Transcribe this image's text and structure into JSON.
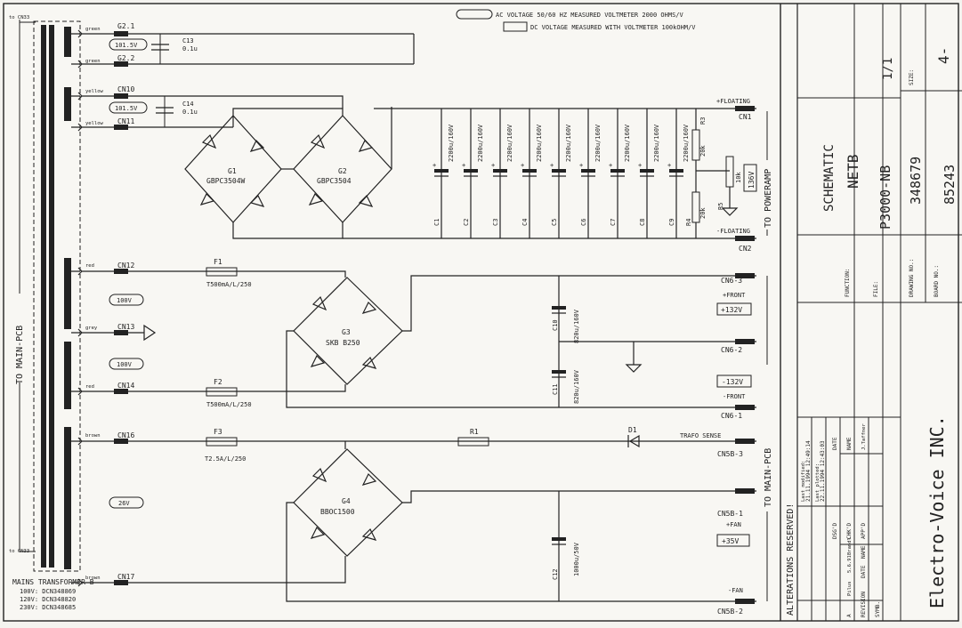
{
  "notes": {
    "ac": "AC VOLTAGE 50/60 HZ MEASURED VOLTMETER 2000 OHMS/V",
    "dc": "DC VOLTAGE MEASURED WITH VOLTMETER 100kOHM/V"
  },
  "transformer": {
    "title": "MAINS TRANSFORMER B",
    "v100": "100V: DCN348869",
    "v120": "120V: DCN348820",
    "v230": "230V: DCN348685",
    "top_connector": "to CN33",
    "bottom_connector": "to CN33",
    "to_main_pcb": "TO MAIN-PCB"
  },
  "wires": {
    "green1": "green",
    "green2": "green",
    "yellow1": "yellow",
    "yellow2": "yellow",
    "red1": "red",
    "grey": "grey",
    "red2": "red",
    "brown1": "brown",
    "brown2": "brown"
  },
  "connectors": {
    "g21": "G2.1",
    "g22": "G2.2",
    "cn10": "CN10",
    "cn11": "CN11",
    "cn12": "CN12",
    "cn13": "CN13",
    "cn14": "CN14",
    "cn16": "CN16",
    "cn17": "CN17",
    "cn1": "CN1",
    "cn2": "CN2",
    "cn6_3": "CN6-3",
    "cn6_2": "CN6-2",
    "cn6_1": "CN6-1",
    "cn5b_3": "CN5B-3",
    "cn5b_1": "CN5B-1",
    "cn5b_2": "CN5B-2"
  },
  "voltages": {
    "ac1": "101.5V",
    "ac2": "101.5V",
    "ac3": "100V",
    "ac4": "100V",
    "ac5": "26V",
    "dc136": "136V",
    "dc132p": "+132V",
    "dc132n": "-132V",
    "dc35": "+35V"
  },
  "components": {
    "c13": "C13",
    "c13v": "0.1u",
    "c14": "C14",
    "c14v": "0.1u",
    "g1": "G1",
    "g1v": "GBPC3504W",
    "g2": "G2",
    "g2v": "GBPC3504",
    "g3": "G3",
    "g3v": "SKB B250",
    "g4": "G4",
    "g4v": "BBOC1500",
    "caps": [
      "C1",
      "C2",
      "C3",
      "C4",
      "C5",
      "C6",
      "C7",
      "C8",
      "C9"
    ],
    "cap_value": "2200u/160V",
    "r3": "R3",
    "r3v": "20k",
    "r4": "R4",
    "r4v": "20k",
    "r5": "R5",
    "r5v": "10k",
    "f1": "F1",
    "f1v": "T500mA/L/250",
    "f2": "F2",
    "f2v": "T500mA/L/250",
    "f3": "F3",
    "f3v": "T2.5A/L/250",
    "c10": "C10",
    "c10v": "820u/160V",
    "c11": "C11",
    "c11v": "820u/160V",
    "c12": "C12",
    "c12v": "1000u/50V",
    "r1": "R1",
    "d1": "D1"
  },
  "rail_labels": {
    "floating_p": "+FLOATING",
    "floating_n": "-FLOATING",
    "to_poweramp": "TO POWERAMP",
    "front_p": "+FRONT",
    "front_n": "-FRONT",
    "trafo_sense": "TRAFO SENSE",
    "fan_p": "+FAN",
    "fan_n": "-FAN",
    "to_main_pcb_right": "TO MAIN-PCB"
  },
  "title_block": {
    "alterations": "ALTERATIONS RESERVED!",
    "schematic": "SCHEMATIC",
    "function_label": "FUNCTION:",
    "function": "NETB",
    "file_label": "FILE:",
    "file": "P3000-NB",
    "drawing_label": "DRAWING NO.:",
    "drawing": "348679",
    "board_label": "BOARD NO.:",
    "board": "85243",
    "sheet": "1/1",
    "size_label": "SIZE:",
    "size": "4-",
    "company": "Electro-Voice INC.",
    "last_modified_label": "Last modified:",
    "last_modified": "21.11.1994 12:49:14",
    "last_plotted_label": "Last plotted:",
    "last_plotted": "22.11.1994 12:43:03",
    "name_hdr": "NAME",
    "date_hdr": "DATE",
    "name": "J.Taffner",
    "dsgd": "DSG'D",
    "chkd": "CHK'D",
    "appd": "APP'D",
    "symb": "SYMB.",
    "revision": "REVISION",
    "rev_date": "DATE",
    "rev_name": "NAME",
    "rev_symb": "A",
    "rev_text": "Pilus",
    "rev_d": "5.6.91",
    "rev_n": "Brandl"
  }
}
